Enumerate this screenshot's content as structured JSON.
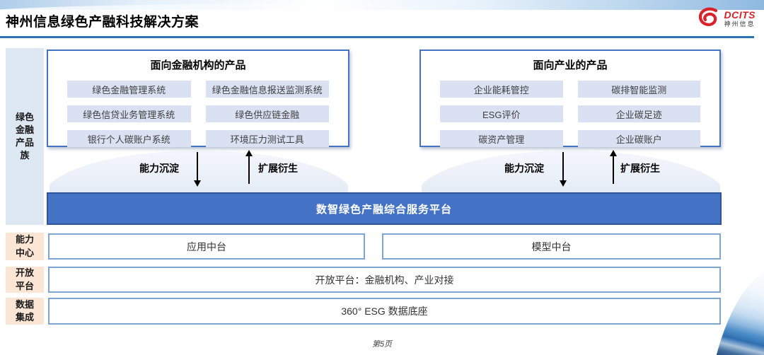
{
  "header": {
    "title": "神州信息绿色产融科技解决方案",
    "logo": {
      "brand": "DCITS",
      "brand_cn": "神州信息"
    }
  },
  "sidebar": {
    "product_family": "绿色\n金融\n产品\n族",
    "capability_center": "能力\n中心",
    "open_platform": "开放\n平台",
    "data_integration": "数据\n集成"
  },
  "finance_box": {
    "title": "面向金融机构的产品",
    "items": [
      "绿色金融管理系统",
      "绿色金融信息报送监测系统",
      "绿色信贷业务管理系统",
      "绿色供应链金融",
      "银行个人碳账户系统",
      "环境压力测试工具"
    ]
  },
  "industry_box": {
    "title": "面向产业的产品",
    "items": [
      "企业能耗管控",
      "碳排智能监测",
      "ESG评价",
      "企业碳足迹",
      "碳资产管理",
      "企业碳账户"
    ]
  },
  "arrows": {
    "down_label": "能力沉淀",
    "up_label": "扩展衍生"
  },
  "platform_banner": "数智绿色产融综合服务平台",
  "capability_row": {
    "items": [
      "应用中台",
      "模型中台"
    ]
  },
  "open_platform_row": "开放平台：金融机构、产业对接",
  "data_row": "360° ESG 数据底座",
  "footer": {
    "page_label": "第5页"
  },
  "colors": {
    "accent_blue": "#4472c4",
    "banner_border": "#2f5597",
    "item_bg": "#dae1f2",
    "sidebar_blue_bg": "#dde8f3",
    "sidebar_peach_bg": "#fbe5d5",
    "row_border": "#7fa4d6",
    "header_line": "#2e74b5",
    "logo_red": "#d8232a"
  }
}
